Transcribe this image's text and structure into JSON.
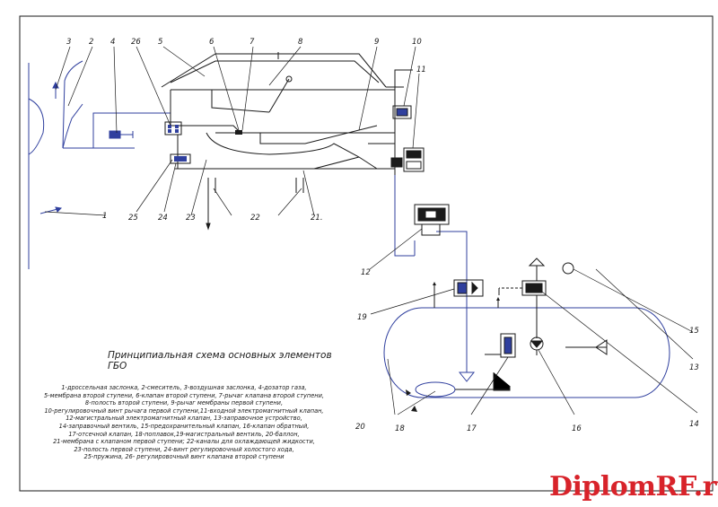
{
  "title": "Принципиальная схема основных элементов ГБО",
  "legend": [
    "1-дроссельная заслонка, 2-смеситель, 3-воздушная заслонка, 4-дозатор газа,",
    "5-мембрана второй ступени, 6-клапан второй ступени, 7-рычаг клапана второй ступени,",
    "8-полость второй ступени, 9-рычаг мембраны первой ступени,",
    "10-регулировочный винт рычага первой ступени,11-входной электромагнитный клапан,",
    "12-магистральный электромагнитный клапан, 13-заправочное устройство,",
    "14-заправочный вентиль, 15-предохранительный клапан, 16-клапан обратный,",
    "17-отсечной клапан, 18-поплавок,19-магистральный вентиль, 20-баллон,",
    "21-мембрана с клапаном первой ступени; 22-каналы для охлаждающей жидкости,",
    "23-полость первой ступени, 24-винт регулировочный холостого хода,",
    "25-пружина, 26- регулировочный винт клапана второй ступени"
  ],
  "labels": {
    "n1": "1",
    "n2": "2",
    "n3": "3",
    "n4": "4",
    "n5": "5",
    "n6": "6",
    "n7": "7",
    "n8": "8",
    "n9": "9",
    "n10": "10",
    "n11": "11",
    "n12": "12",
    "n13": "13",
    "n14": "14",
    "n15": "15",
    "n16": "16",
    "n17": "17",
    "n18": "18",
    "n19": "19",
    "n20": "20",
    "n21": "21.",
    "n22": "22",
    "n23": "23",
    "n24": "24",
    "n25": "25",
    "n26": "26"
  },
  "watermark": "DiplomRF.ru",
  "colors": {
    "line": "#1a1a1a",
    "blue": "#2f3f9e",
    "watermark": "#d8232a",
    "grey": "#9a9a9a"
  }
}
